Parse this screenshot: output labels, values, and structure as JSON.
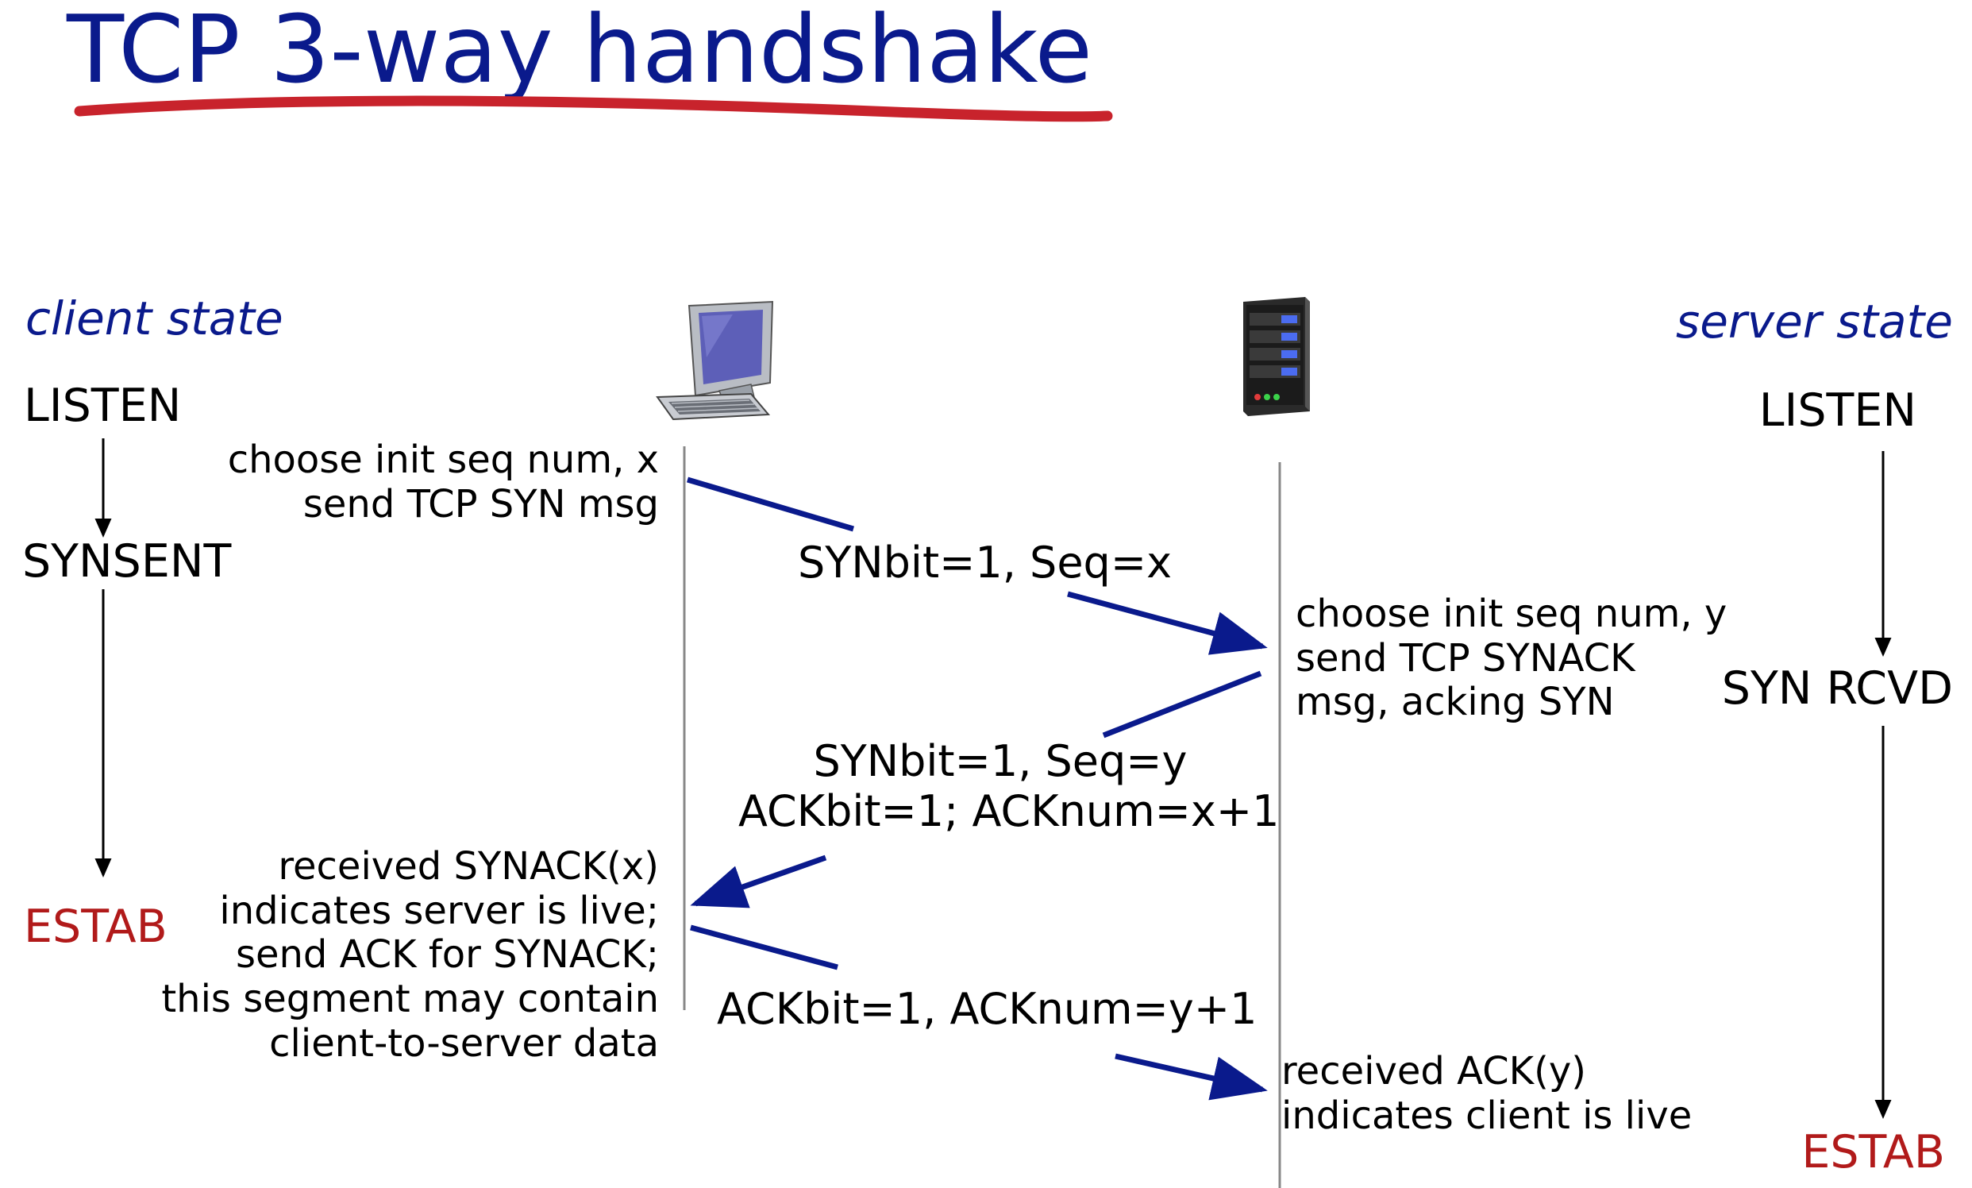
{
  "title": "TCP 3-way handshake",
  "colors": {
    "title": "#0a1a8c",
    "underline": "#c8232c",
    "arrow": "#0a1a8c",
    "estab": "#b11a1a"
  },
  "client": {
    "heading": "client state",
    "icon": "desktop-computer-icon",
    "states": [
      "LISTEN",
      "SYNSENT",
      "ESTAB"
    ]
  },
  "server": {
    "heading": "server state",
    "icon": "server-tower-icon",
    "states": [
      "LISTEN",
      "SYN RCVD",
      "ESTAB"
    ]
  },
  "notes": {
    "client_init": [
      "choose init seq num, x",
      "send TCP SYN msg"
    ],
    "server_init": [
      "choose init seq num, y",
      "send TCP SYNACK",
      "msg, acking SYN"
    ],
    "client_received": [
      "received SYNACK(x)",
      "indicates server is live;",
      "send ACK for SYNACK;",
      "this segment may contain",
      "client-to-server data"
    ],
    "server_received": [
      "received ACK(y)",
      "indicates client is live"
    ]
  },
  "segments": {
    "syn": [
      "SYNbit=1, Seq=x"
    ],
    "synack": [
      "SYNbit=1, Seq=y",
      "ACKbit=1; ACKnum=x+1"
    ],
    "ack": [
      "ACKbit=1, ACKnum=y+1"
    ]
  }
}
